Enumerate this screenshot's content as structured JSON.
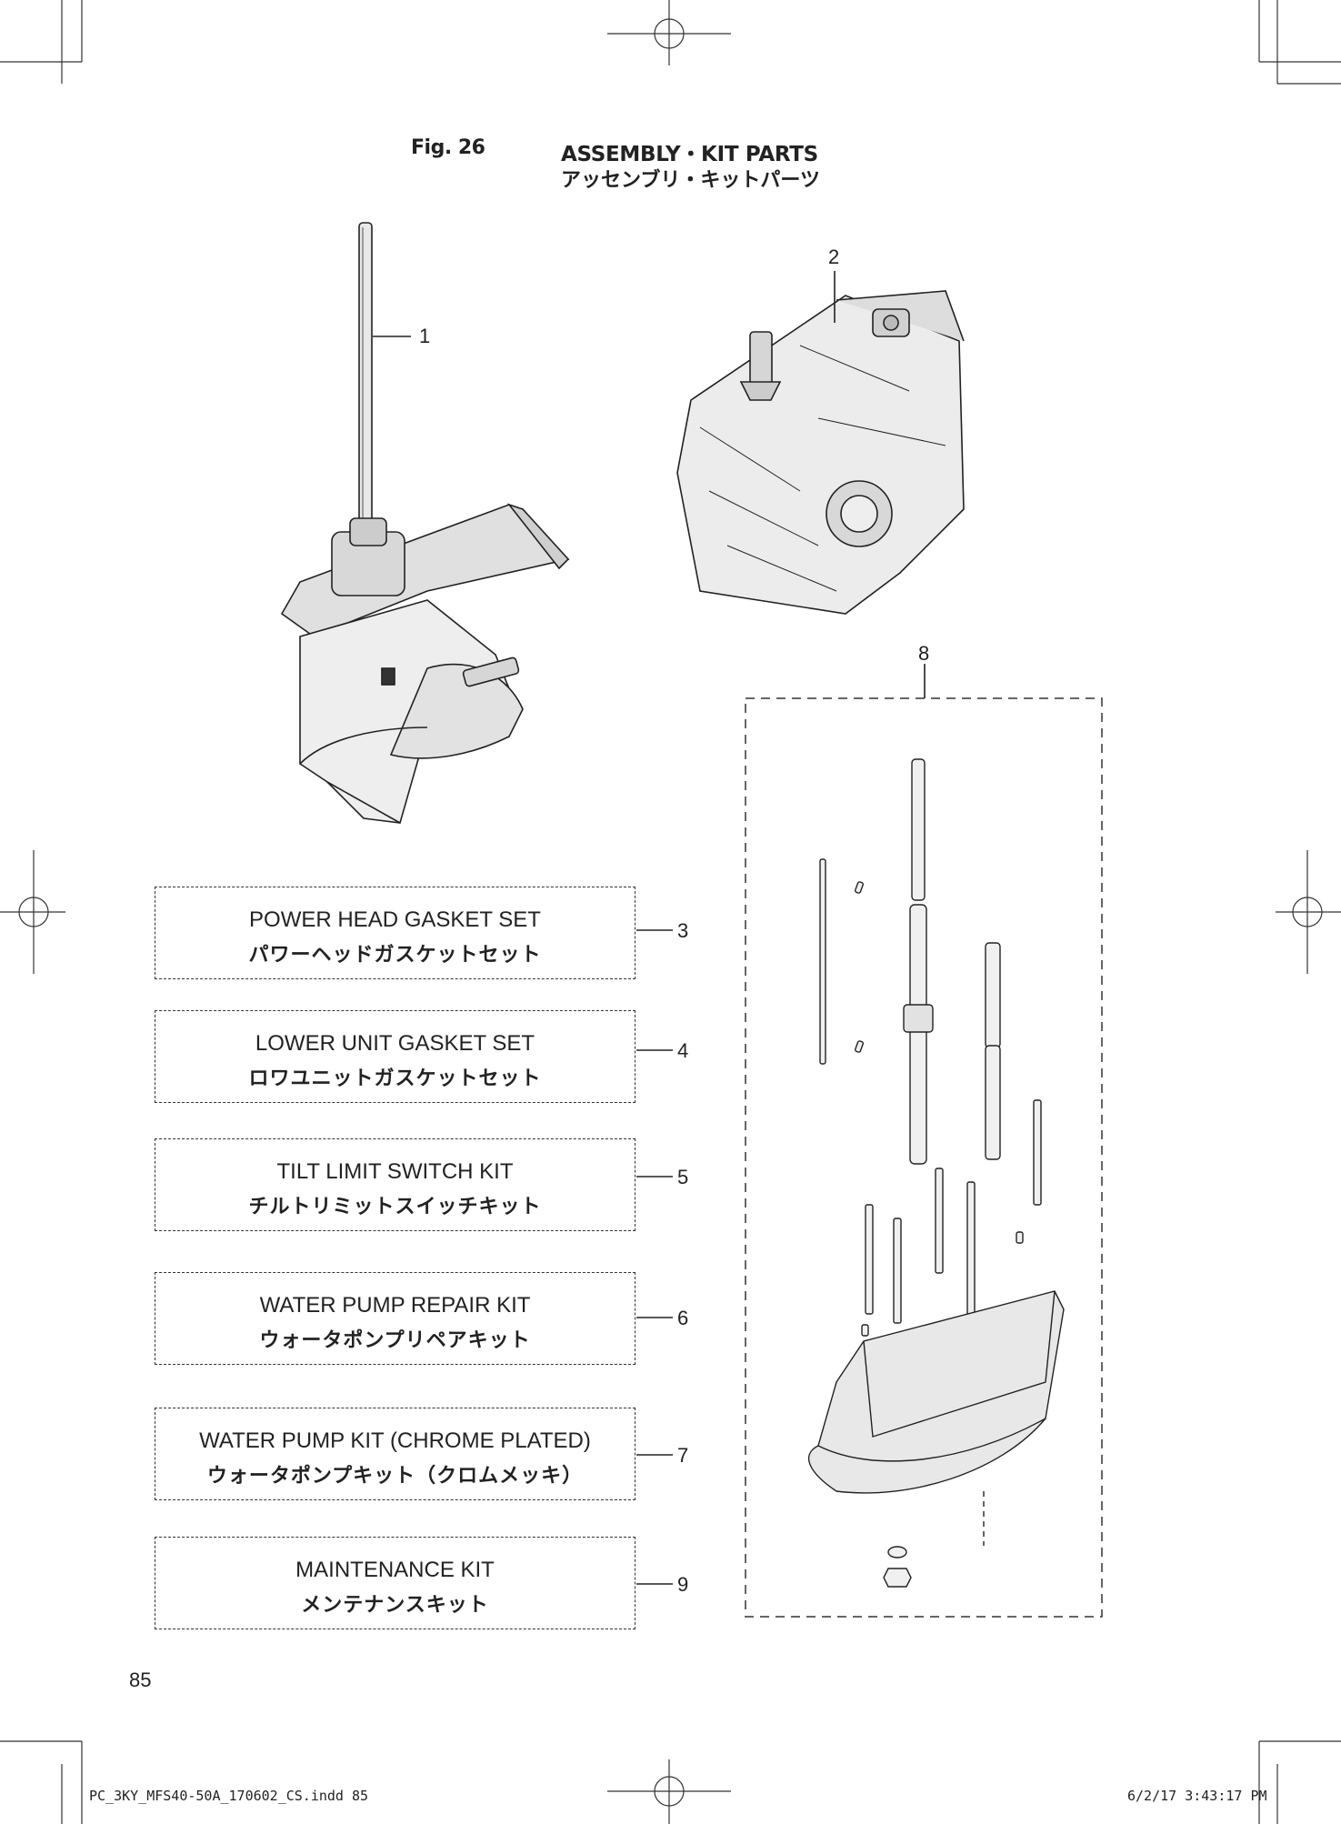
{
  "header": {
    "fig_label": "Fig. 26",
    "title_en": "ASSEMBLY・KIT PARTS",
    "title_jp": "アッセンブリ・キットパーツ"
  },
  "callouts": {
    "c1": "1",
    "c2": "2",
    "c3": "3",
    "c4": "4",
    "c5": "5",
    "c6": "6",
    "c7": "7",
    "c8": "8",
    "c9": "9"
  },
  "kits": [
    {
      "number": "3",
      "name_en": "POWER HEAD GASKET SET",
      "name_jp": "パワーヘッドガスケットセット"
    },
    {
      "number": "4",
      "name_en": "LOWER UNIT GASKET SET",
      "name_jp": "ロワユニットガスケットセット"
    },
    {
      "number": "5",
      "name_en": "TILT LIMIT SWITCH KIT",
      "name_jp": "チルトリミットスイッチキット"
    },
    {
      "number": "6",
      "name_en": "WATER PUMP REPAIR KIT",
      "name_jp": "ウォータポンプリペアキット"
    },
    {
      "number": "7",
      "name_en": "WATER PUMP KIT (CHROME PLATED)",
      "name_jp": "ウォータポンプキット（クロムメッキ）"
    },
    {
      "number": "9",
      "name_en": "MAINTENANCE KIT",
      "name_jp": "メンテナンスキット"
    }
  ],
  "page_number": "85",
  "footer": {
    "left": "PC_3KY_MFS40-50A_170602_CS.indd   85",
    "right": "6/2/17   3:43:17 PM"
  }
}
